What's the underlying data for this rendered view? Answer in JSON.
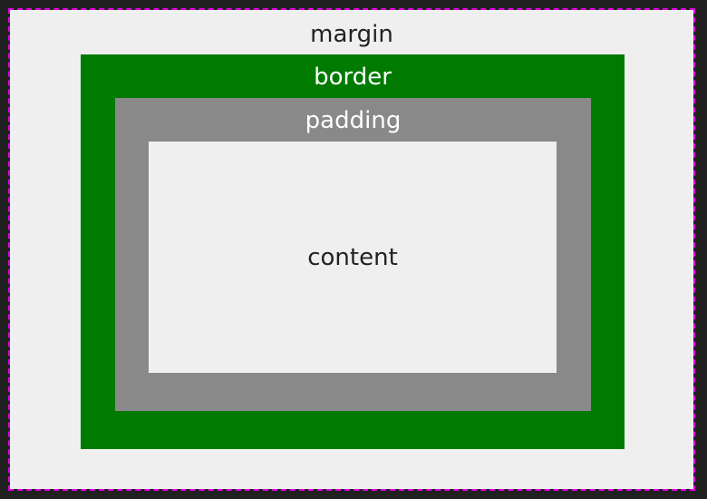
{
  "labels": {
    "margin": "margin",
    "border": "border",
    "padding": "padding",
    "content": "content"
  },
  "colors": {
    "background": "#202020",
    "margin_fill": "#efefef",
    "margin_outline": "#e000e0",
    "border_fill": "#007a00",
    "padding_fill": "#898989",
    "content_fill": "#efefef",
    "dark_text": "#222222",
    "light_text": "#ffffff"
  }
}
